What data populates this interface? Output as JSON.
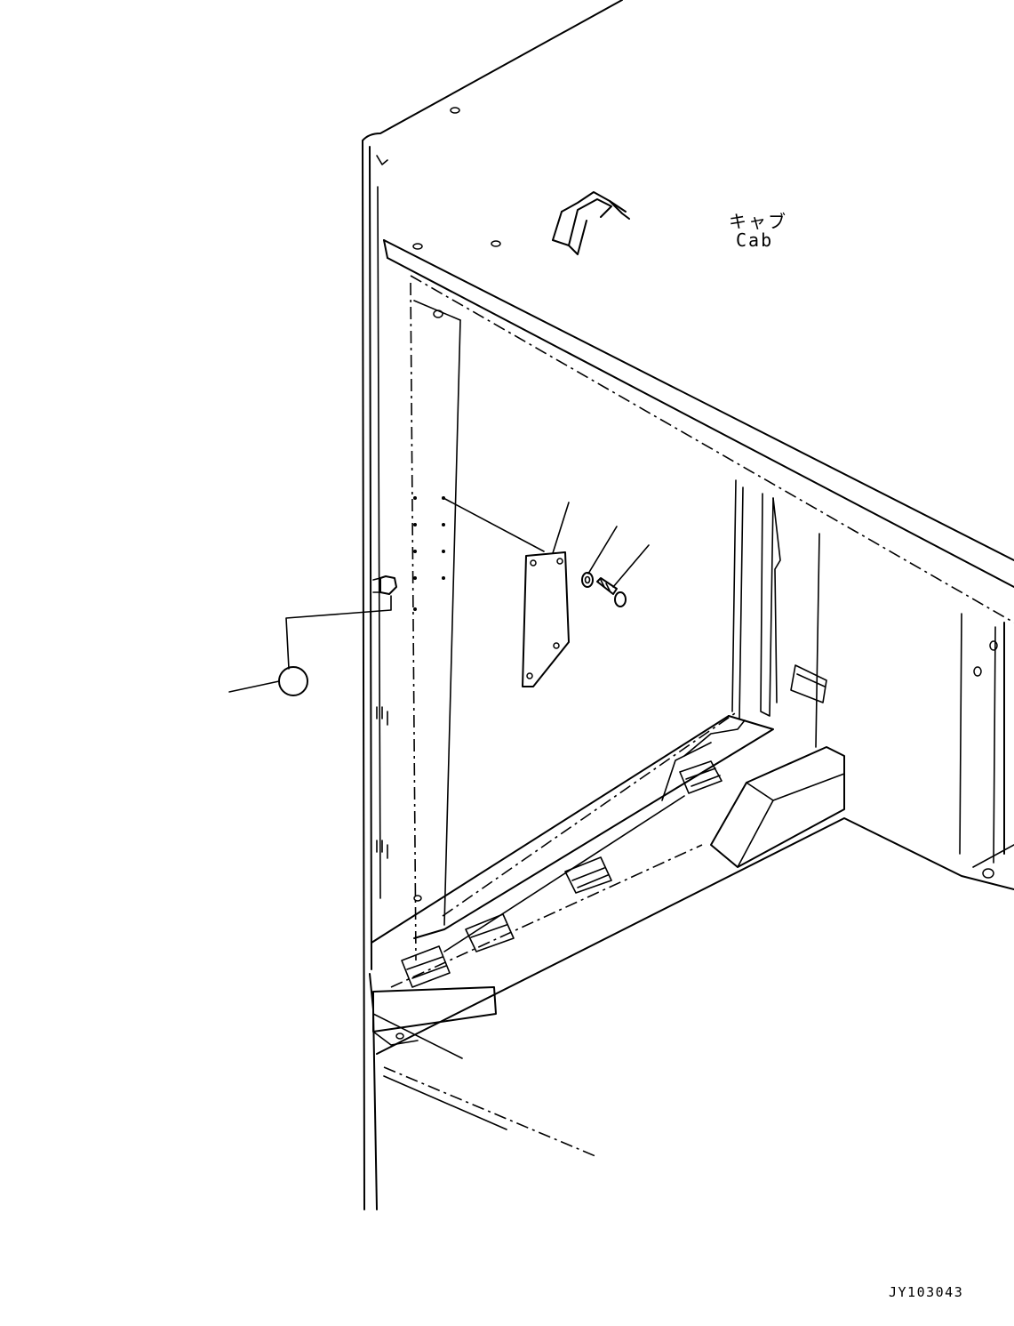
{
  "labels": {
    "cab_jp": "キャブ",
    "cab_en": "Cab"
  },
  "drawing_number": "JY103043"
}
